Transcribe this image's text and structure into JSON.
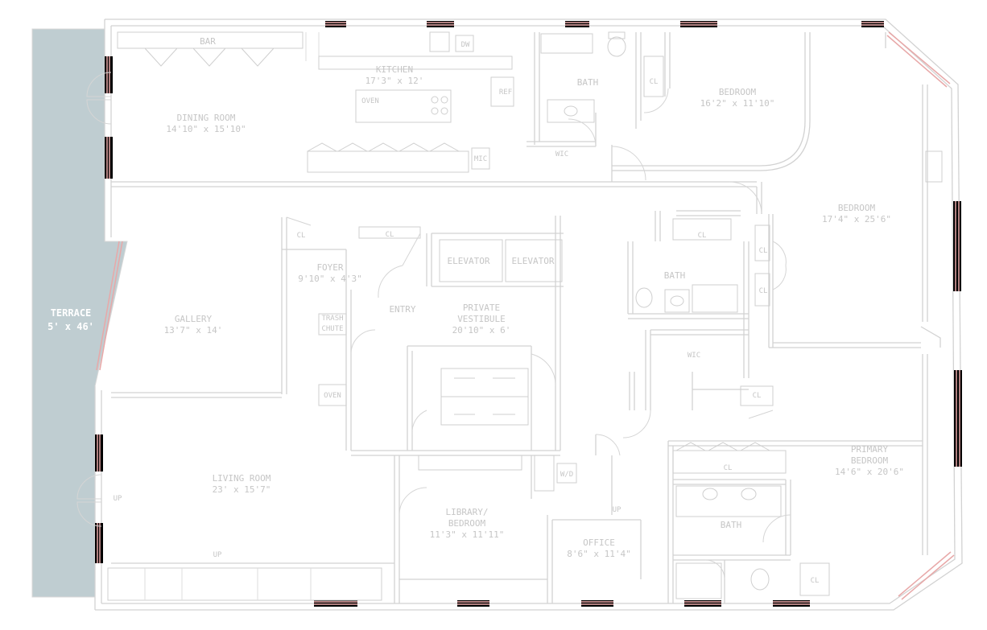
{
  "terrace": {
    "name": "TERRACE",
    "dims": "5' x 46'",
    "color": "#bfcdd1"
  },
  "rooms": {
    "dining": {
      "name": "DINING ROOM",
      "dims": "14'10\" x 15'10\""
    },
    "bar": {
      "name": "BAR"
    },
    "kitchen": {
      "name": "KITCHEN",
      "dims": "17'3\" x 12'"
    },
    "bath_top": {
      "name": "BATH"
    },
    "bedroom_top": {
      "name": "BEDROOM",
      "dims": "16'2\" x 11'10\""
    },
    "bedroom_right": {
      "name": "BEDROOM",
      "dims": "17'4\" x 25'6\""
    },
    "foyer": {
      "name": "FOYER",
      "dims": "9'10\" x 4'3\""
    },
    "gallery": {
      "name": "GALLERY",
      "dims": "13'7\" x 14'"
    },
    "elevator_1": {
      "name": "ELEVATOR"
    },
    "elevator_2": {
      "name": "ELEVATOR"
    },
    "vestibule": {
      "name": "PRIVATE",
      "name2": "VESTIBULE",
      "dims": "20'10\" x 6'"
    },
    "entry": {
      "name": "ENTRY"
    },
    "bath_mid": {
      "name": "BATH"
    },
    "primary": {
      "name": "PRIMARY",
      "name2": "BEDROOM",
      "dims": "14'6\" x 20'6\""
    },
    "living": {
      "name": "LIVING ROOM",
      "dims": "23' x 15'7\""
    },
    "library": {
      "name": "LIBRARY/",
      "name2": "BEDROOM",
      "dims": "11'3\" x 11'11\""
    },
    "office": {
      "name": "OFFICE",
      "dims": "8'6\" x 11'4\""
    },
    "bath_bottom": {
      "name": "BATH"
    }
  },
  "tags": {
    "cl": "CL",
    "wd": "W/D",
    "ref": "REF",
    "dw": "DW",
    "oven": "OVEN",
    "mic": "MIC",
    "wic": "WIC",
    "trash": "TRASH",
    "chute": "CHUTE",
    "up": "UP"
  },
  "colors": {
    "wall": "#d2d2d2",
    "window": "#e8a8a8",
    "label": "#c6c6c6"
  }
}
